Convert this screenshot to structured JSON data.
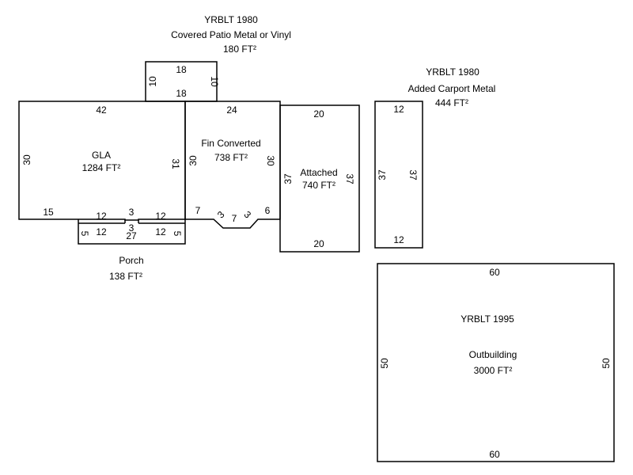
{
  "areas": {
    "patio": {
      "year": "YRBLT 1980",
      "name": "Covered Patio Metal or Vinyl",
      "area": "180 FT²",
      "dims": {
        "top": "18",
        "bottom": "18",
        "left": "10",
        "right": "10"
      }
    },
    "gla": {
      "name": "GLA",
      "area": "1284 FT²",
      "dims": {
        "top": "42",
        "left": "30",
        "right": "31",
        "bottom_left": "15",
        "bottom_a": "12",
        "bottom_b": "3",
        "bottom_c": "12"
      }
    },
    "fin": {
      "name": "Fin Converted",
      "area": "738 FT²",
      "dims": {
        "top": "24",
        "left": "30",
        "right": "30",
        "bottom_left": "7",
        "notch_a": "3",
        "notch_b": "7",
        "notch_c": "3",
        "bottom_right": "6"
      }
    },
    "attached": {
      "name": "Attached",
      "area": "740 FT²",
      "dims": {
        "top": "20",
        "bottom": "20",
        "left": "37",
        "right": "37"
      }
    },
    "carport": {
      "year": "YRBLT 1980",
      "name": "Added Carport Metal",
      "area": "444 FT²",
      "dims": {
        "top": "12",
        "bottom": "12",
        "left": "37",
        "right": "37"
      }
    },
    "porch": {
      "name": "Porch",
      "area": "138 FT²",
      "dims": {
        "left": "5",
        "right": "5",
        "top_a": "12",
        "top_b": "3",
        "bottom": "27",
        "top_c": "12"
      }
    },
    "outbuilding": {
      "year": "YRBLT 1995",
      "name": "Outbuilding",
      "area": "3000 FT²",
      "dims": {
        "top": "60",
        "bottom": "60",
        "left": "50",
        "right": "50"
      }
    }
  }
}
